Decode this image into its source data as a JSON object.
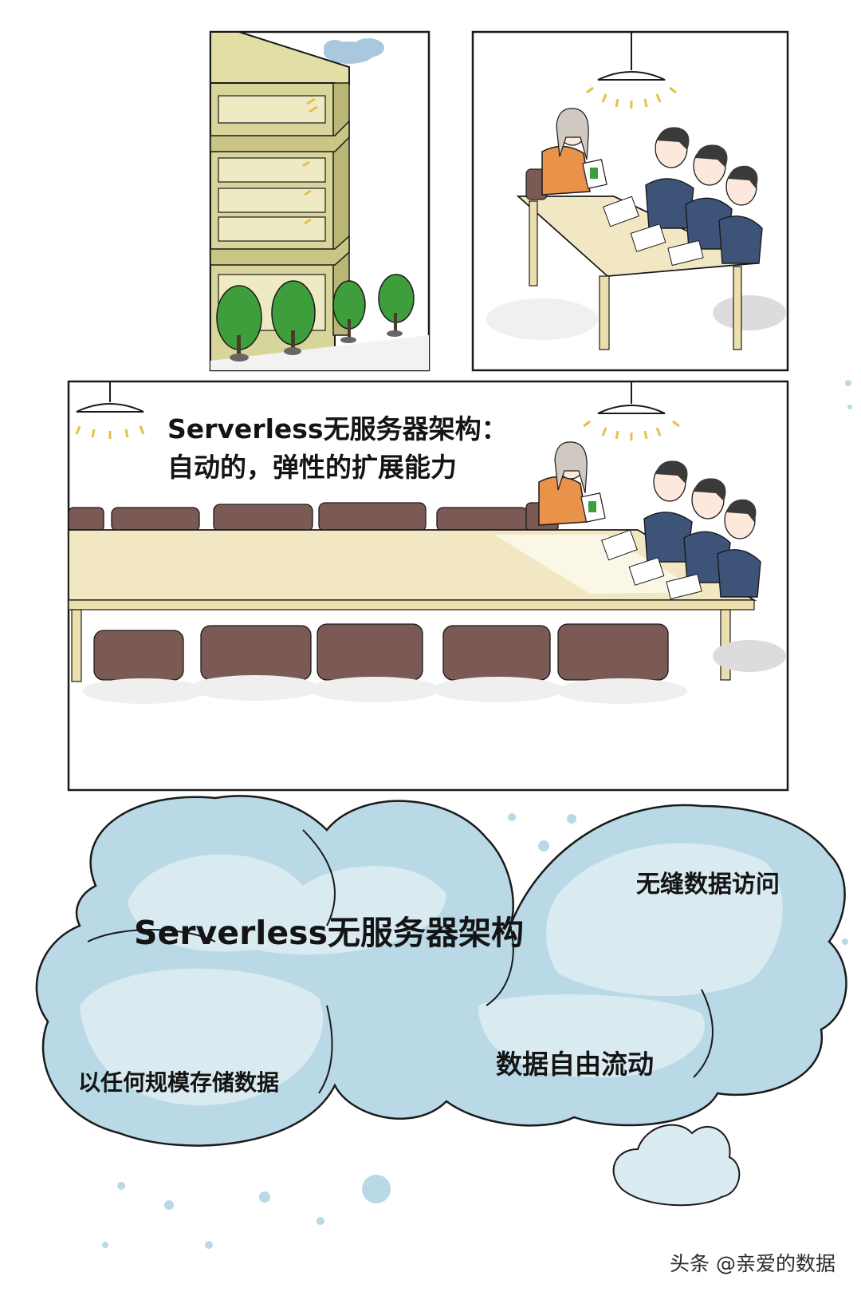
{
  "panel_c": {
    "headline_line1": "Serverless无服务器架构：",
    "headline_line2": "自动的，弹性的扩展能力"
  },
  "cloud": {
    "main_label": "Serverless无服务器架构",
    "access_label": "无缝数据访问",
    "flow_label": "数据自由流动",
    "storage_label": "以任何规模存储数据"
  },
  "watermark": "头条 @亲爱的数据",
  "colors": {
    "building": "#d8d59a",
    "building_shadow": "#b9b676",
    "tree_green": "#3f9e3c",
    "table_top": "#f1e8c3",
    "chair": "#7b5a55",
    "cloud_fill": "#b9d9e6",
    "cloud_light": "#d9eaf1",
    "suit": "#3d5478",
    "woman_sweater": "#e8924a"
  }
}
